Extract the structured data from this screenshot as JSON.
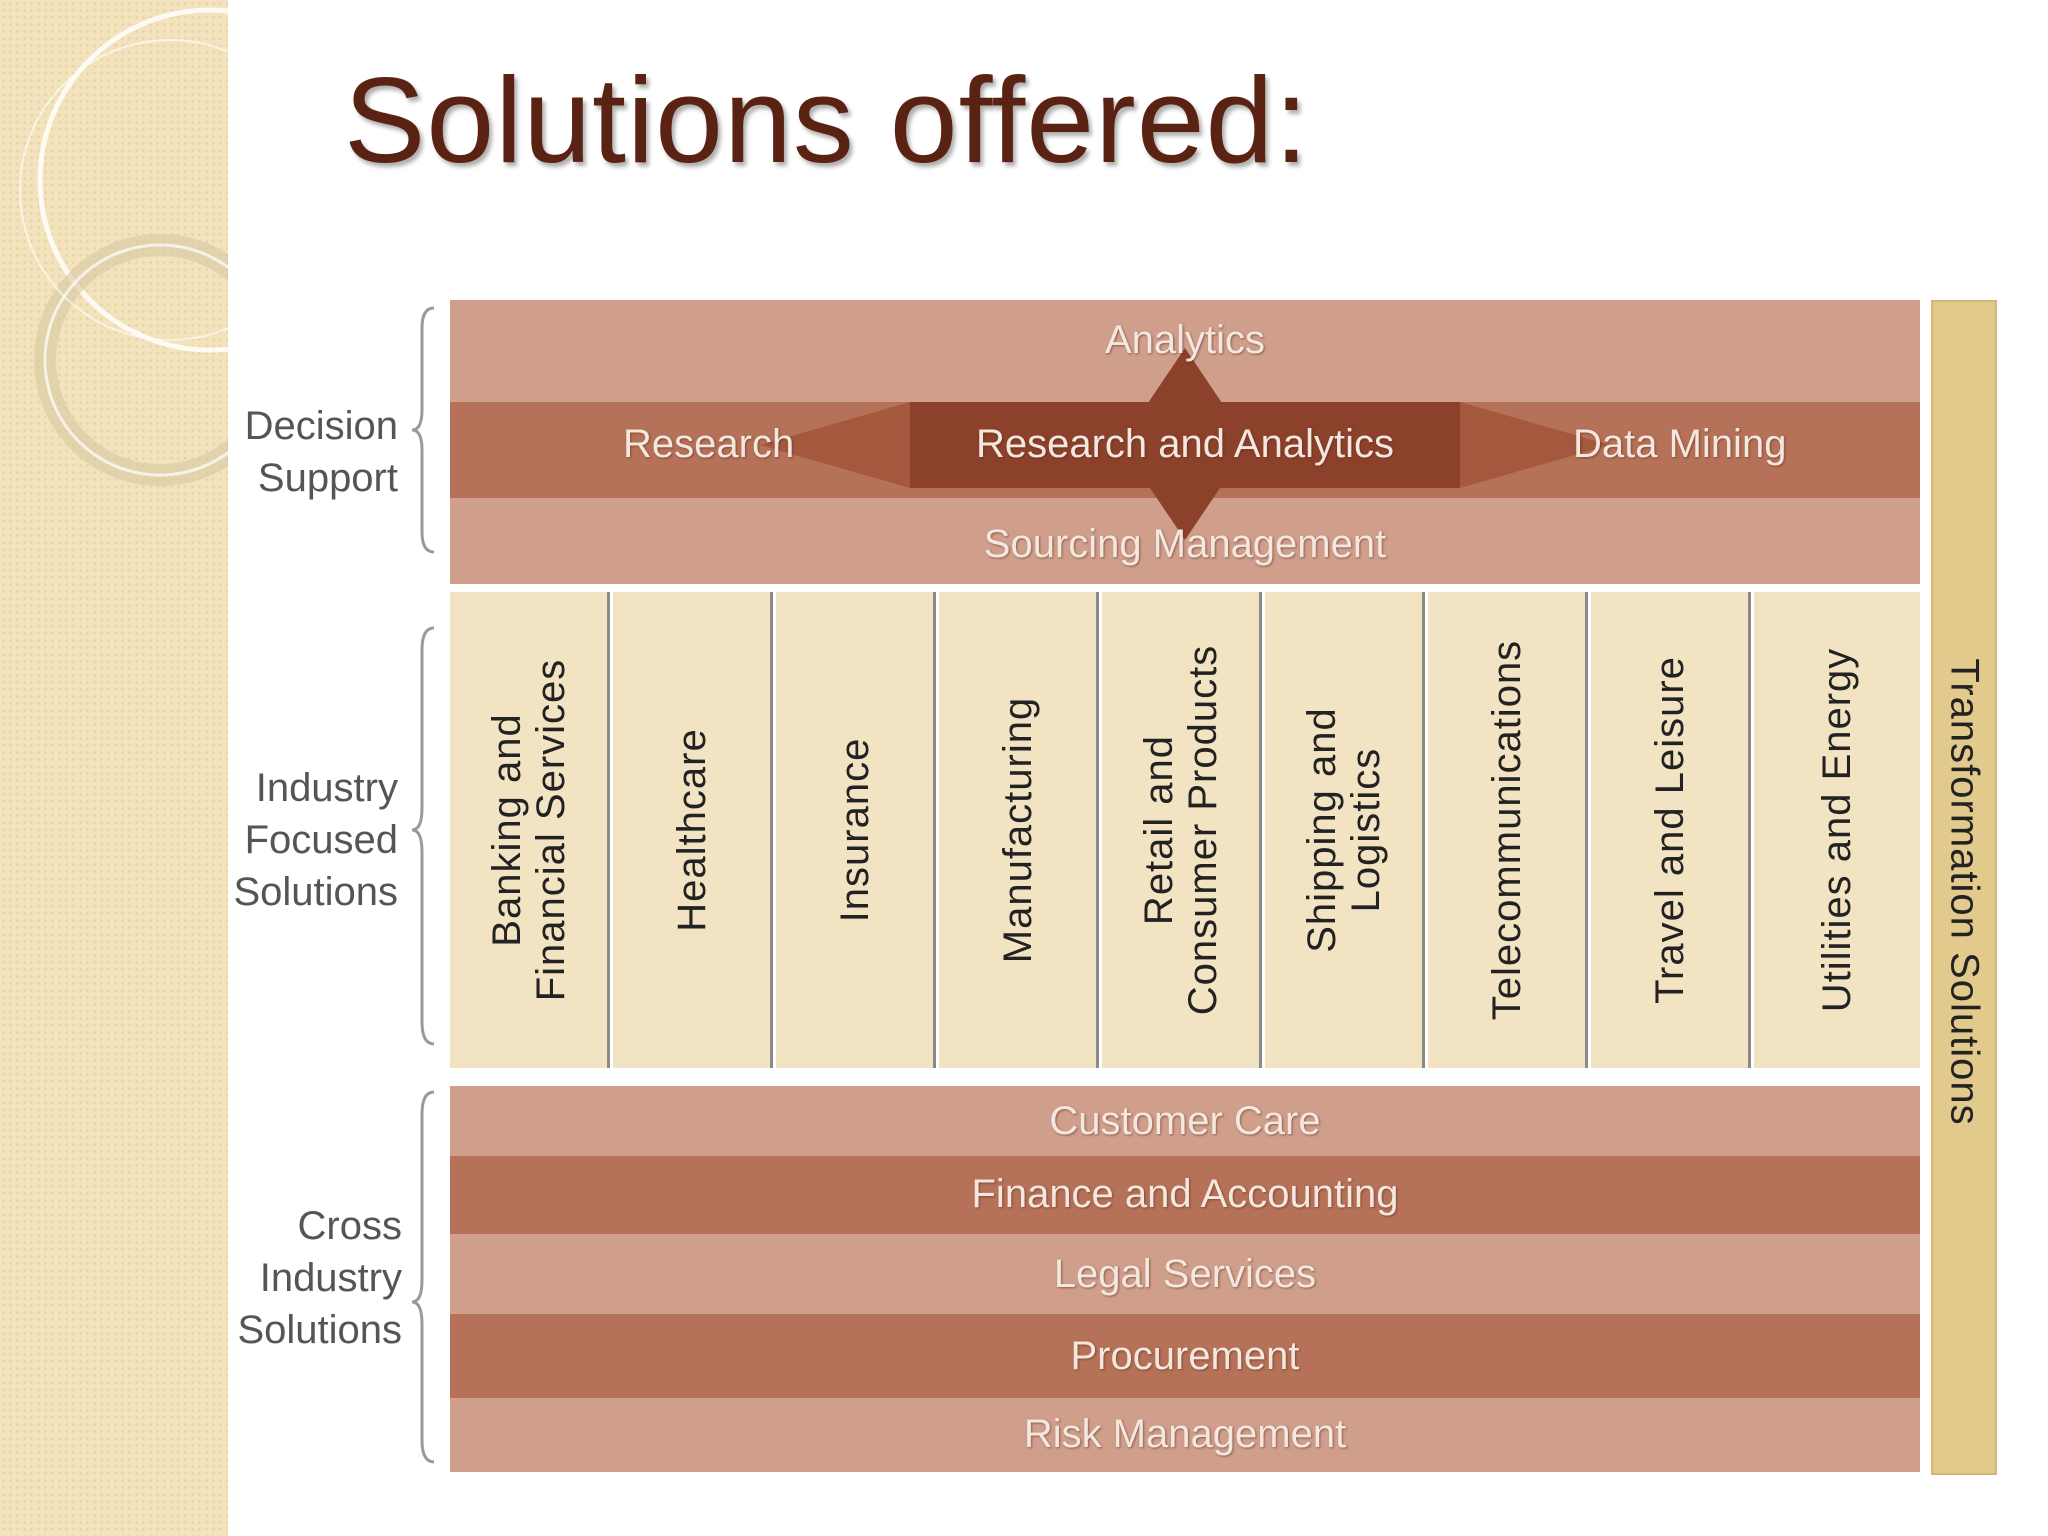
{
  "slide": {
    "title": "Solutions offered:"
  },
  "decision_support": {
    "group_label_line1": "Decision",
    "group_label_line2": "Support",
    "analytics": "Analytics",
    "research": "Research",
    "hub": "Research and Analytics",
    "data_mining": "Data Mining",
    "sourcing": "Sourcing Management"
  },
  "industry": {
    "group_label_line1": "Industry",
    "group_label_line2": "Focused",
    "group_label_line3": "Solutions",
    "columns": [
      {
        "line1": "Banking and",
        "line2": "Financial Services"
      },
      {
        "line1": "Healthcare",
        "line2": ""
      },
      {
        "line1": "Insurance",
        "line2": ""
      },
      {
        "line1": "Manufacturing",
        "line2": ""
      },
      {
        "line1": "Retail and",
        "line2": "Consumer Products"
      },
      {
        "line1": "Shipping and",
        "line2": "Logistics"
      },
      {
        "line1": "Telecommunications",
        "line2": ""
      },
      {
        "line1": "Travel and Leisure",
        "line2": ""
      },
      {
        "line1": "Utilities and Energy",
        "line2": ""
      }
    ]
  },
  "cross_industry": {
    "group_label_line1": "Cross",
    "group_label_line2": "Industry",
    "group_label_line3": "Solutions",
    "bands": [
      "Customer Care",
      "Finance and Accounting",
      "Legal Services",
      "Procurement",
      "Risk Management"
    ]
  },
  "transformation": {
    "label": "Transformation Solutions"
  },
  "colors": {
    "title": "#5a2212",
    "band_light": "#cf9f8c",
    "band_dark": "#b67258",
    "hub": "#8c412b",
    "column_fill": "#f2e3c2",
    "transform_bar": "#e2c98c"
  }
}
